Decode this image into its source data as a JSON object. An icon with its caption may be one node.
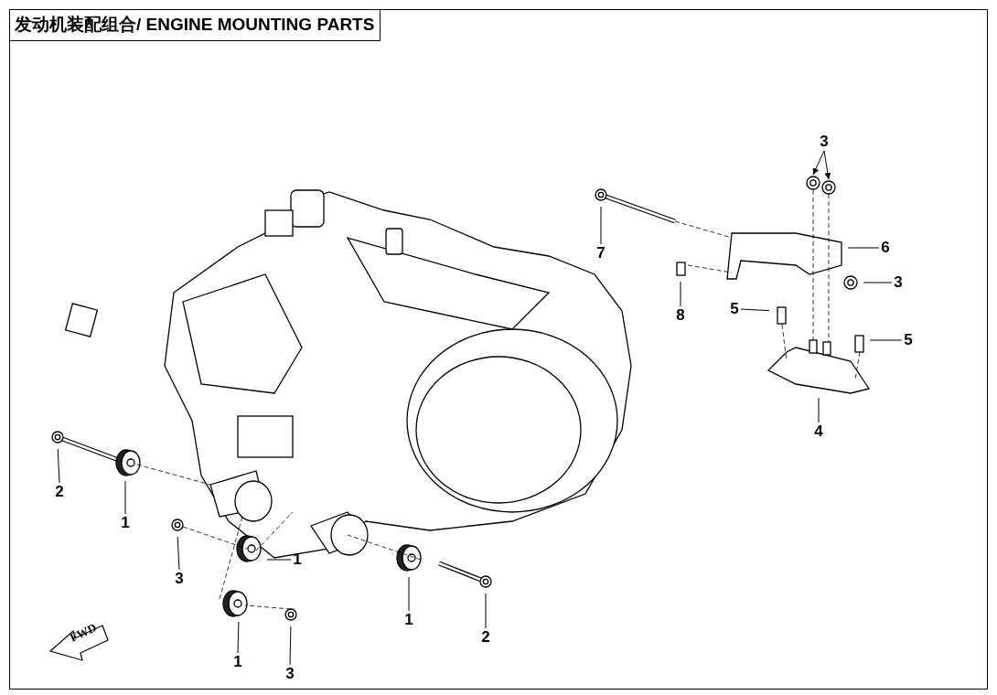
{
  "diagram": {
    "title": "发动机装配组合/ ENGINE MOUNTING PARTS",
    "nodes": [
      {
        "text": [
          "3"
        ]
      },
      {
        "text": [
          "6"
        ]
      },
      {
        "text": [
          "7"
        ]
      },
      {
        "text": [
          "3"
        ]
      },
      {
        "text": [
          "5"
        ]
      },
      {
        "text": [
          "8"
        ]
      },
      {
        "text": [
          "5"
        ]
      },
      {
        "text": [
          "4"
        ]
      },
      {
        "text": [
          "2"
        ]
      },
      {
        "text": [
          "1"
        ]
      },
      {
        "text": [
          "3"
        ]
      },
      {
        "text": [
          "1"
        ]
      },
      {
        "text": [
          "1"
        ]
      },
      {
        "text": [
          "2"
        ]
      },
      {
        "text": [
          "1"
        ]
      },
      {
        "text": [
          "3"
        ]
      }
    ],
    "edges": [
      {
        "from": 0,
        "to": null,
        "arrow": "to"
      },
      {
        "from": 0,
        "to": null,
        "arrow": "to"
      },
      {
        "from": 1,
        "to": null,
        "arrow": "none"
      },
      {
        "from": 2,
        "to": null,
        "arrow": "none"
      },
      {
        "from": 3,
        "to": null,
        "arrow": "none"
      },
      {
        "from": 4,
        "to": null,
        "arrow": "none"
      },
      {
        "from": 5,
        "to": null,
        "arrow": "none"
      },
      {
        "from": 6,
        "to": null,
        "arrow": "none"
      },
      {
        "from": 7,
        "to": null,
        "arrow": "none"
      },
      {
        "from": 8,
        "to": null,
        "arrow": "none"
      },
      {
        "from": 9,
        "to": null,
        "arrow": "none"
      },
      {
        "from": 10,
        "to": null,
        "arrow": "none"
      },
      {
        "from": 11,
        "to": null,
        "arrow": "none"
      },
      {
        "from": 12,
        "to": null,
        "arrow": "none"
      },
      {
        "from": 13,
        "to": null,
        "arrow": "none"
      },
      {
        "from": 14,
        "to": null,
        "arrow": "none"
      },
      {
        "from": 15,
        "to": null,
        "arrow": "none"
      }
    ],
    "labels": [
      "FWD"
    ]
  }
}
